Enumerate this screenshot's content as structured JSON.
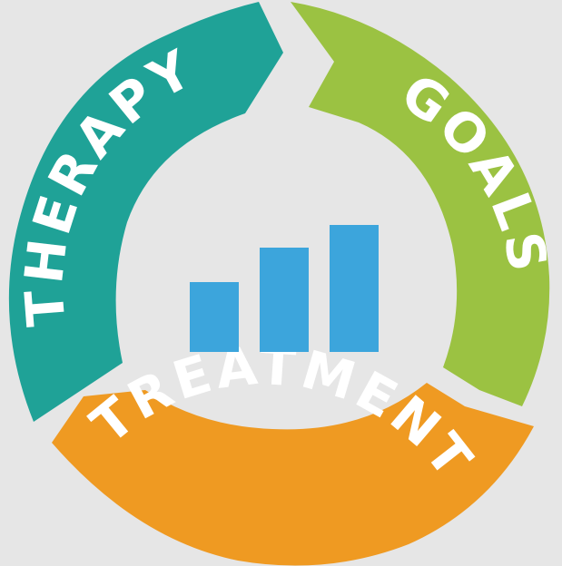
{
  "cycle": {
    "segments": [
      {
        "label": "THERAPY",
        "color": "#1fa297"
      },
      {
        "label": "GOALS",
        "color": "#9bc242"
      },
      {
        "label": "TREATMENT",
        "color": "#ef9a22"
      }
    ]
  },
  "center_icon": {
    "icon": "bar-chart-icon",
    "color": "#3ca5dc",
    "bar_levels": [
      0.55,
      0.82,
      1.0
    ]
  },
  "background_color": "#e6e6e6"
}
